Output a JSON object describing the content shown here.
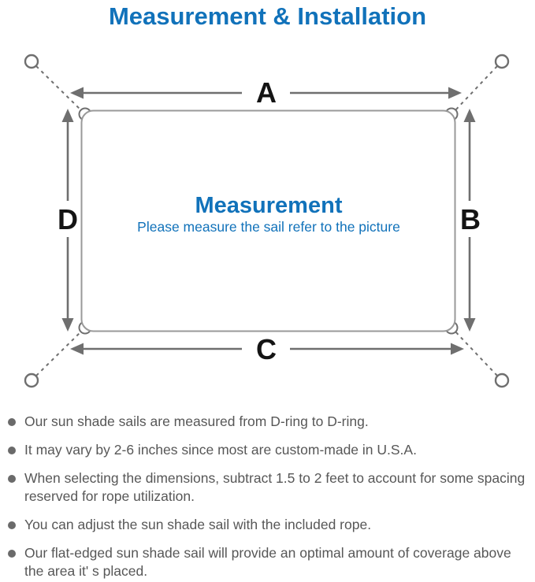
{
  "title": "Measurement & Installation",
  "colors": {
    "accent_blue": "#1172ba",
    "line_gray": "#6f6f6f",
    "border_gray": "#999999",
    "note_text_gray": "#575757",
    "label_black": "#141414"
  },
  "diagram": {
    "center_heading": "Measurement",
    "center_subtitle": "Please measure the sail refer to the picture",
    "dimension_labels": {
      "top": "A",
      "right": "B",
      "bottom": "C",
      "left": "D"
    },
    "icons": [
      "anchor-ring-top-left",
      "anchor-ring-top-right",
      "anchor-ring-bottom-left",
      "anchor-ring-bottom-right",
      "d-ring-corner-top-left",
      "d-ring-corner-top-right",
      "d-ring-corner-bottom-left",
      "d-ring-corner-bottom-right"
    ]
  },
  "notes": {
    "items": [
      {
        "text": "Our sun shade sails are measured from D-ring to D-ring."
      },
      {
        "text": "It may vary by 2-6 inches since most are custom-made in U.S.A."
      },
      {
        "text": "When selecting the dimensions, subtract 1.5 to 2 feet to account for some spacing reserved for rope utilization."
      },
      {
        "text": "You can adjust the sun shade sail with the included rope."
      },
      {
        "text": "Our flat-edged sun shade sail will provide an optimal amount of coverage above the area it' s placed."
      }
    ]
  }
}
